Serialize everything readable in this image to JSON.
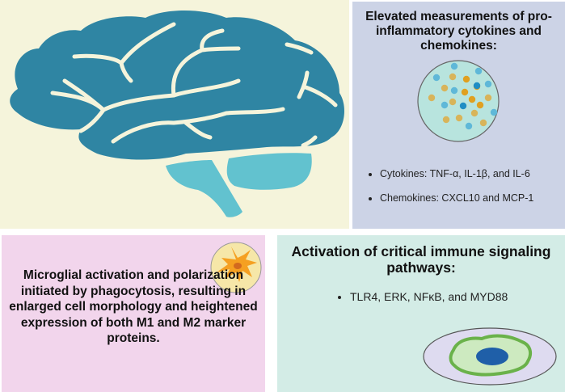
{
  "panels": {
    "brain": {
      "illustration": "brain-icon",
      "colors": {
        "background": "#f5f4db",
        "cerebrum": "#2f85a3",
        "cerebellum": "#62c2cf"
      }
    },
    "cytokines": {
      "title": "Elevated measurements of pro-inflammatory cytokines and chemokines:",
      "illustration": "molecule-dish-icon",
      "items": [
        "Cytokines: TNF-α, IL-1β, and IL-6",
        "Chemokines: CXCL10 and MCP-1"
      ],
      "colors": {
        "background": "#ccd3e6",
        "dish": "#b8e4de"
      }
    },
    "microglia": {
      "text": "Microglial activation and polarization initiated by phagocytosis, resulting in enlarged cell morphology and heightened expression of both M1 and M2 marker proteins.",
      "illustration": "microglia-cell-icon",
      "colors": {
        "background": "#f2d5ec",
        "cell": "#f5a021"
      }
    },
    "pathways": {
      "title": "Activation of critical immune signaling pathways:",
      "items": [
        "TLR4, ERK, NFκB, and MYD88"
      ],
      "illustration": "cell-nucleus-icon",
      "colors": {
        "background": "#d3ece6",
        "membrane": "#6ab24a",
        "nucleus": "#1f5fa8"
      }
    }
  }
}
